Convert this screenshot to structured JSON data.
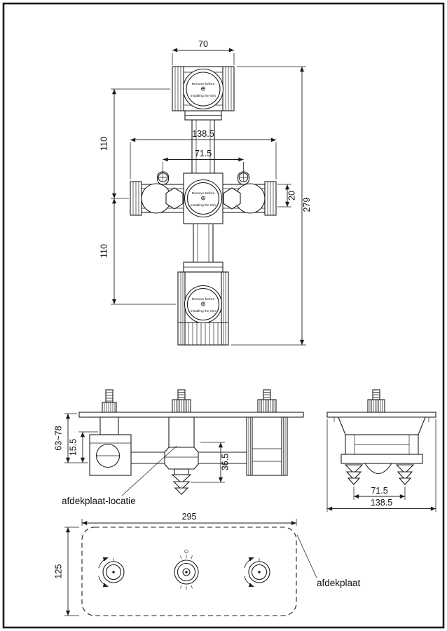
{
  "colors": {
    "ink": "#1b1b1b",
    "paper": "#ffffff"
  },
  "cap_label": {
    "line1": "Remove before",
    "line2": "installing the trim"
  },
  "front_view": {
    "dim_top_width": "70",
    "dim_body_width": "138.5",
    "dim_port_spacing": "71.5",
    "dim_upper_spacing": "110",
    "dim_lower_spacing": "110",
    "dim_outlet_offset": "20",
    "dim_total_height": "279"
  },
  "side_view": {
    "dim_mounting_depth": "63~78",
    "dim_plate_depth": "15.5",
    "dim_center_depth": "36.5",
    "label_cover_plate_location": "afdekplaat-locatie"
  },
  "end_view": {
    "dim_port_spacing": "71.5",
    "dim_body_width": "138.5"
  },
  "cover_plate": {
    "dim_width": "295",
    "dim_height": "125",
    "label_cover_plate": "afdekplaat"
  }
}
